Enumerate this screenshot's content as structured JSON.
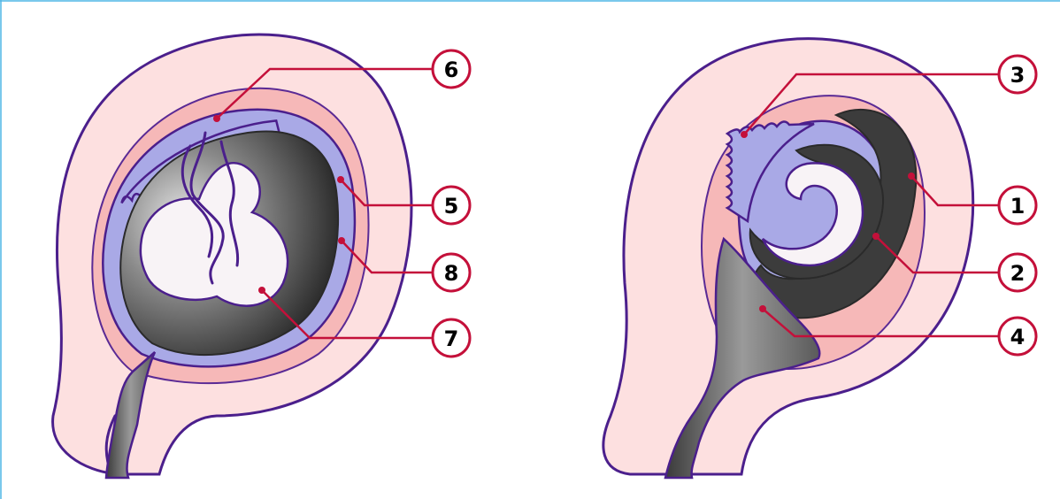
{
  "labels": {
    "left": [
      "6",
      "5",
      "8",
      "7"
    ],
    "right": [
      "3",
      "1",
      "2",
      "4"
    ]
  },
  "colors": {
    "uterine_wall": "#fde0e0",
    "decidua": "#f6b8b8",
    "amnion": "#a9a9e6",
    "dark_cavity": "#3c3c3c",
    "outline": "#4b1f8c",
    "leader": "#c4103a",
    "frame": "#4fb6e6"
  }
}
